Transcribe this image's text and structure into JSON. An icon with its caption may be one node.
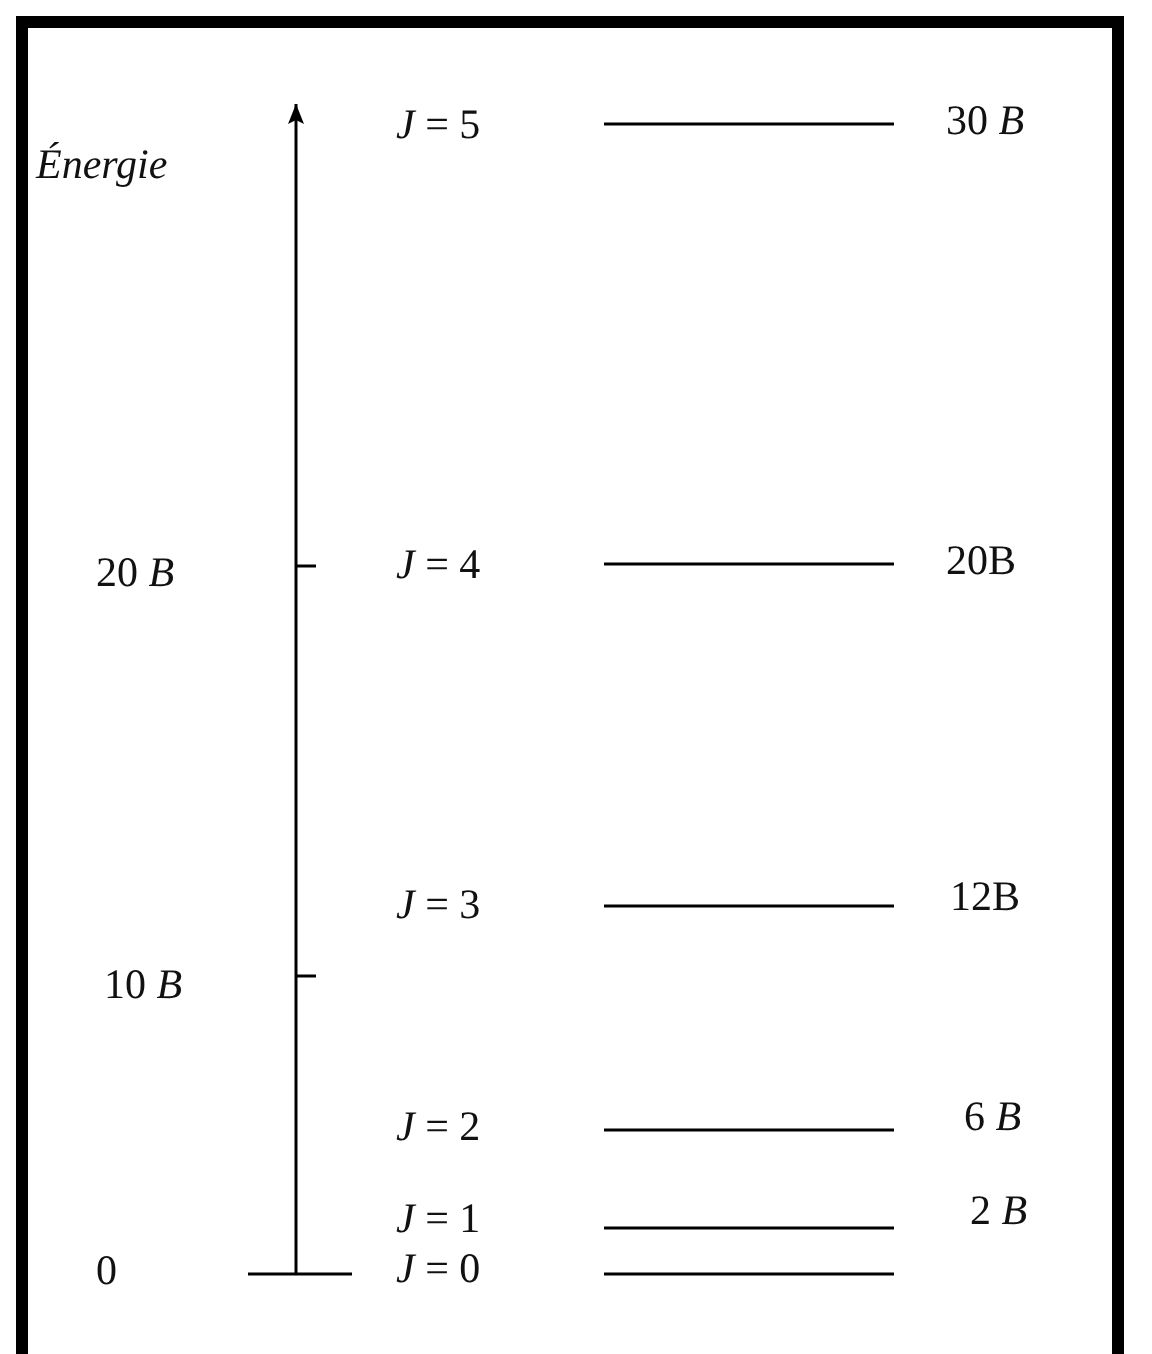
{
  "diagram": {
    "labels": [
      "*J* = 5",
      "30 *B*",
      "Énergie",
      "20 *B*",
      "*J* = 4",
      "20B",
      "*J* = 3",
      "12B",
      "10 *B*",
      "*J* = 2",
      "6 *B*",
      "*J* = 1",
      "2 *B*",
      "0",
      "*J* = 0"
    ]
  }
}
